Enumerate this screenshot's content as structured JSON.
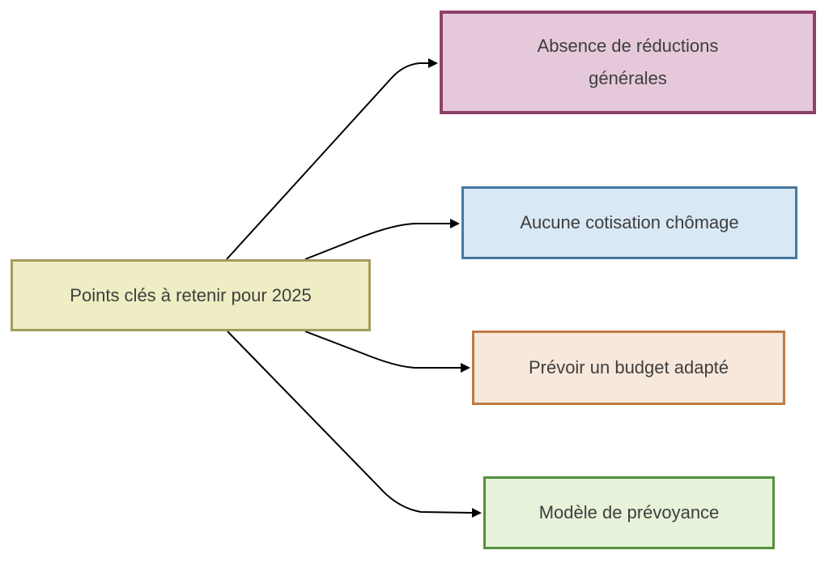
{
  "diagram": {
    "background": "#ffffff",
    "connector_color": "#000000",
    "text_color": "#3e3e3e",
    "root": {
      "label": "Points clés à retenir pour 2025",
      "fill": "#eeedc3",
      "border": "#a39b5d"
    },
    "branches": [
      {
        "label": "Absence de réductions\ngénérales",
        "fill": "#e5c8d9",
        "border": "#8e4169"
      },
      {
        "label": "Aucune cotisation chômage",
        "fill": "#d9e8f5",
        "border": "#45789f"
      },
      {
        "label": "Prévoir un budget adapté",
        "fill": "#f6e8da",
        "border": "#bd7b45"
      },
      {
        "label": "Modèle de prévoyance",
        "fill": "#e6f2d9",
        "border": "#55913b"
      }
    ],
    "connections": [
      {
        "from": "Points clés à retenir pour 2025",
        "to": "Absence de réductions générales"
      },
      {
        "from": "Points clés à retenir pour 2025",
        "to": "Aucune cotisation chômage"
      },
      {
        "from": "Points clés à retenir pour 2025",
        "to": "Prévoir un budget adapté"
      },
      {
        "from": "Points clés à retenir pour 2025",
        "to": "Modèle de prévoyance"
      }
    ]
  }
}
